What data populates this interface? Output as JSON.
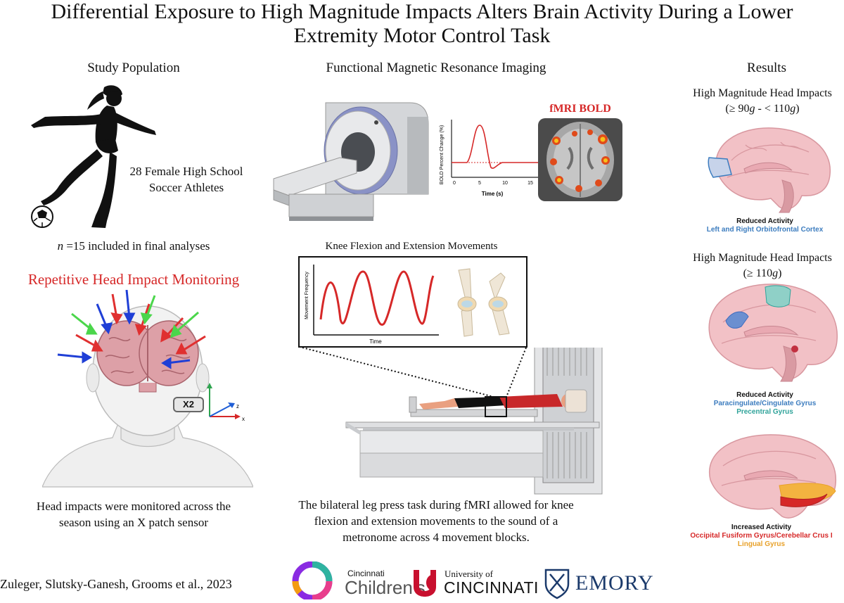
{
  "title": "Differential Exposure to High Magnitude Impacts Alters Brain Activity During a Lower Extremity Motor Control Task",
  "study_population": {
    "heading": "Study Population",
    "athletes_line1": "28 Female High School",
    "athletes_line2": "Soccer Athletes",
    "n_symbol": "n",
    "n_text": " =15 included in final analyses"
  },
  "monitoring": {
    "heading": "Repetitive Head Impact Monitoring",
    "sensor_badge": "X2",
    "axis_z": "z",
    "axis_x": "x",
    "caption_line1": "Head impacts were monitored across the",
    "caption_line2": "season using an X patch sensor"
  },
  "fmri": {
    "heading": "Functional Magnetic Resonance Imaging",
    "bold_title": "fMRI BOLD",
    "hrf_ylabel": "BOLD Percent Change (%)",
    "hrf_xlabel": "Time (s)",
    "hrf_ticks": [
      "0",
      "5",
      "10",
      "15"
    ],
    "knee_title": "Knee Flexion and Extension Movements",
    "movement_ylabel": "Movement Frequency",
    "movement_xlabel": "Time",
    "caption_line1": "The bilateral leg press task during fMRI allowed for knee",
    "caption_line2": "flexion and extension movements to the sound of a",
    "caption_line3": "metronome across 4 movement blocks."
  },
  "results": {
    "heading": "Results",
    "r1_title": "High Magnitude Head Impacts",
    "r1_range_pre": "(≥ 90",
    "r1_range_g1": "g",
    "r1_range_mid": " - < 110",
    "r1_range_g2": "g",
    "r1_range_post": ")",
    "r1_effect": "Reduced Activity",
    "r1_region": "Left and Right Orbitofrontal Cortex",
    "r2_title": "High Magnitude Head Impacts",
    "r2_range_pre": "(≥ 110",
    "r2_range_g": "g",
    "r2_range_post": ")",
    "r2_effect": "Reduced Activity",
    "r2_region1": "Paracingulate/Cingulate Gyrus",
    "r2_region2": "Precentral Gyrus",
    "r3_effect": "Increased Activity",
    "r3_region1": "Occipital Fusiform Gyrus/Cerebellar Crus I",
    "r3_region2": "Lingual Gyrus"
  },
  "footer": {
    "authors": "Zuleger, Slutsky-Ganesh, Grooms et al., 2023",
    "logo1_top": "Cincinnati",
    "logo1_main": "Children's",
    "logo2_top": "University of",
    "logo2_main": "CINCINNATI",
    "logo3": "EMORY"
  },
  "colors": {
    "accent_red": "#d62828",
    "result_blue": "#3d7dbf",
    "result_teal": "#2fa39a",
    "result_orange": "#e8a12a",
    "brain_pink": "#f2c1c6"
  }
}
